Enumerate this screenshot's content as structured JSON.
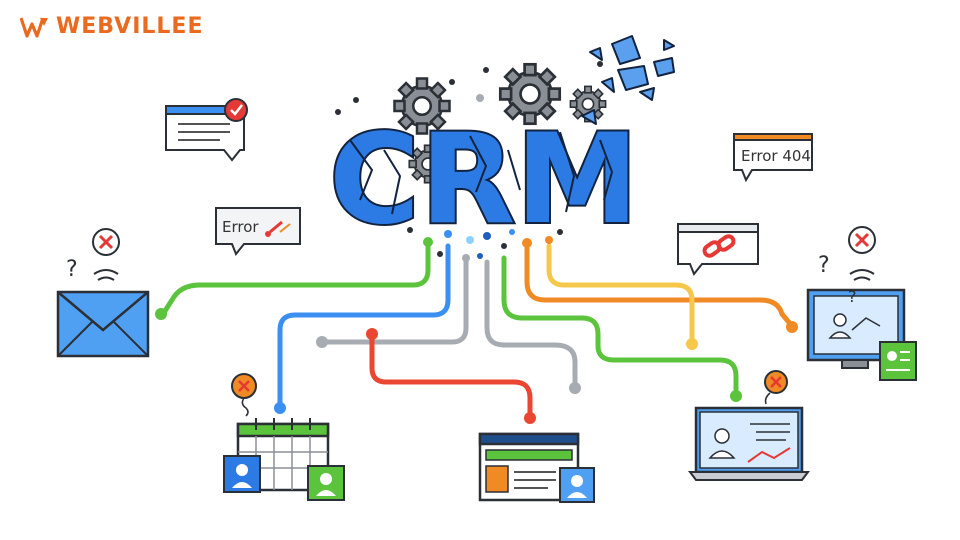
{
  "brand": {
    "name": "WEBVILLEE",
    "color": "#ea6a1f"
  },
  "hero": {
    "title": "CRM",
    "title_color": "#2c7be5"
  },
  "bubbles": {
    "error": "Error",
    "error404": "Error 404"
  },
  "icons": [
    "gear-icon",
    "envelope-icon",
    "calendar-icon",
    "browser-window-icon",
    "laptop-dashboard-icon",
    "desktop-monitor-icon",
    "broken-link-icon",
    "error-x-icon",
    "check-icon",
    "question-mark-icon",
    "user-card-icon"
  ],
  "line_colors": {
    "green": "#5bc43c",
    "blue": "#3b8ff0",
    "gray": "#a7abb2",
    "red": "#ea4632",
    "orange": "#f08a24",
    "yellow": "#f5c84c"
  }
}
